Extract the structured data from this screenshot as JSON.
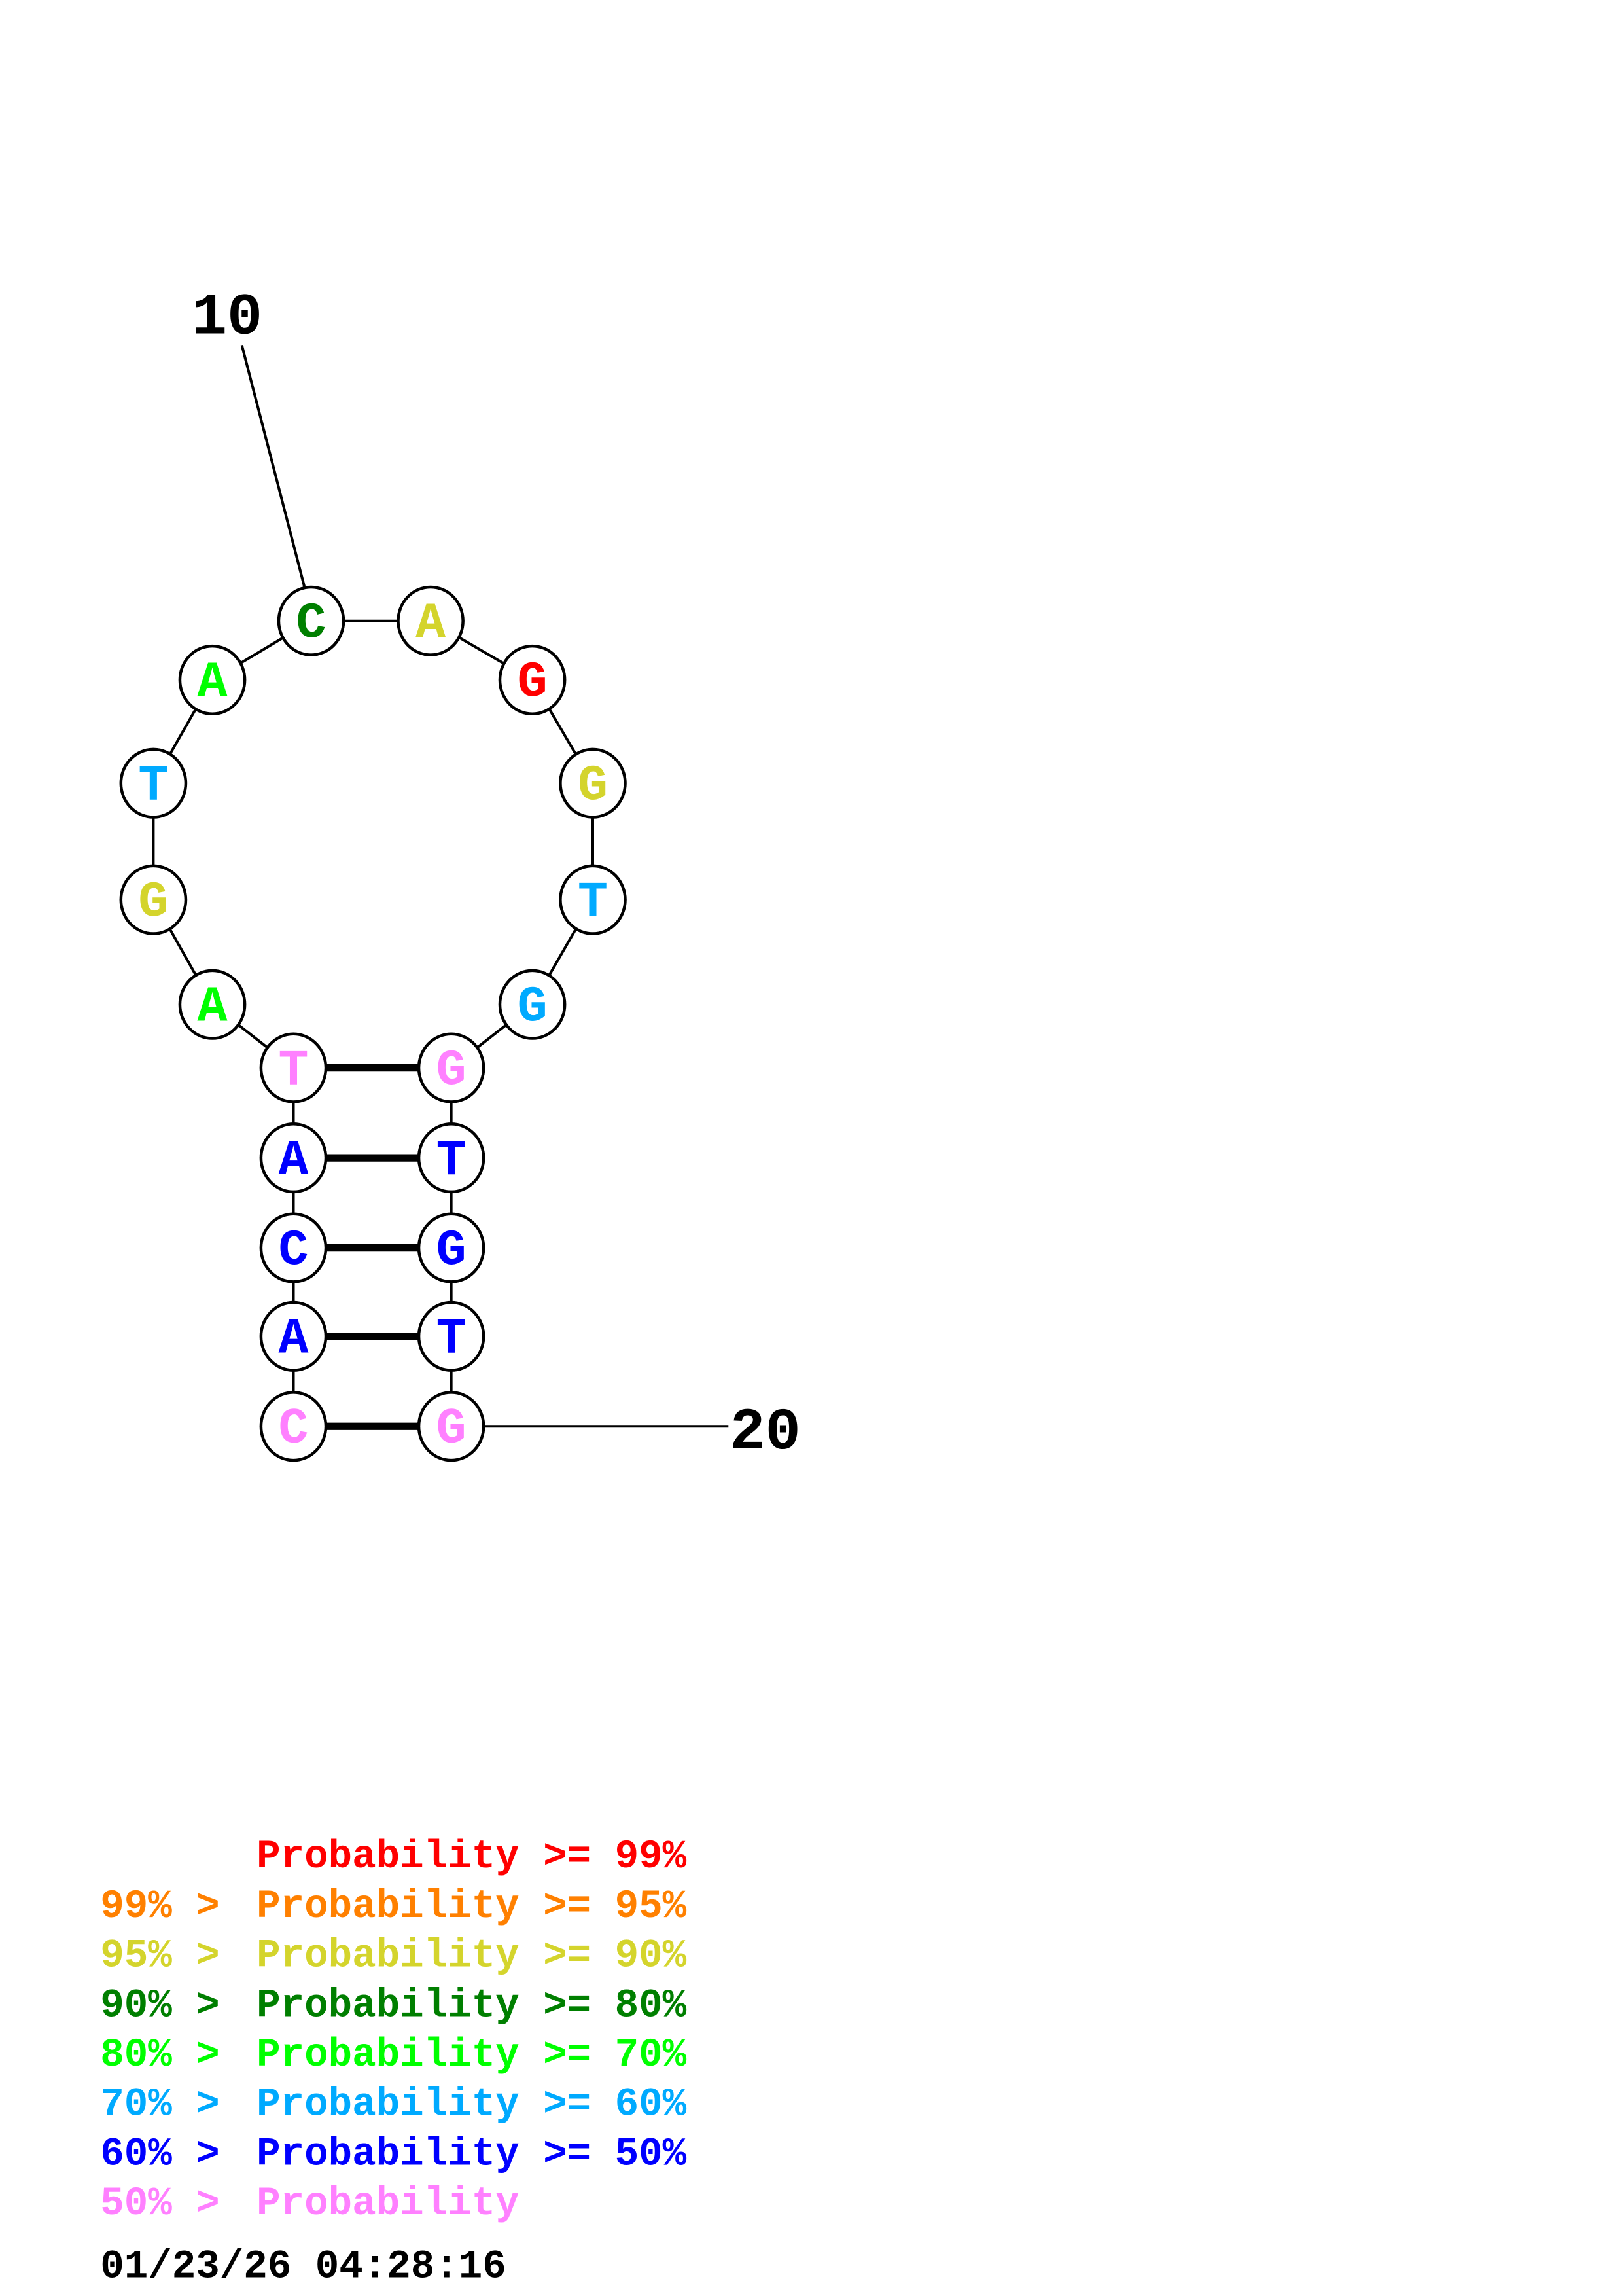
{
  "structure": {
    "start_label": "10",
    "end_label": "20",
    "nucleotides": [
      {
        "base": "C",
        "color": "#007f00"
      },
      {
        "base": "A",
        "color": "#d4d42c"
      },
      {
        "base": "G",
        "color": "#ff0000"
      },
      {
        "base": "G",
        "color": "#d4d42c"
      },
      {
        "base": "T",
        "color": "#00aaff"
      },
      {
        "base": "G",
        "color": "#00aaff"
      },
      {
        "base": "G",
        "color": "#ff80ff"
      },
      {
        "base": "T",
        "color": "#0000ff"
      },
      {
        "base": "G",
        "color": "#0000ff"
      },
      {
        "base": "T",
        "color": "#0000ff"
      },
      {
        "base": "G",
        "color": "#ff80ff"
      },
      {
        "base": "A",
        "color": "#00ff00"
      },
      {
        "base": "T",
        "color": "#00aaff"
      },
      {
        "base": "G",
        "color": "#d4d42c"
      },
      {
        "base": "A",
        "color": "#00ff00"
      },
      {
        "base": "T",
        "color": "#ff80ff"
      },
      {
        "base": "A",
        "color": "#0000ff"
      },
      {
        "base": "C",
        "color": "#0000ff"
      },
      {
        "base": "A",
        "color": "#0000ff"
      },
      {
        "base": "C",
        "color": "#ff80ff"
      }
    ]
  },
  "legend": [
    {
      "prefix": "",
      "text": "Probability >= 99%",
      "color": "#ff0000"
    },
    {
      "prefix": "99% > ",
      "text": "Probability >= 95%",
      "color": "#ff8000"
    },
    {
      "prefix": "95% > ",
      "text": "Probability >= 90%",
      "color": "#d4d42c"
    },
    {
      "prefix": "90% > ",
      "text": "Probability >= 80%",
      "color": "#007f00"
    },
    {
      "prefix": "80% > ",
      "text": "Probability >= 70%",
      "color": "#00ff00"
    },
    {
      "prefix": "70% > ",
      "text": "Probability >= 60%",
      "color": "#00aaff"
    },
    {
      "prefix": "60% > ",
      "text": "Probability >= 50%",
      "color": "#0000ff"
    },
    {
      "prefix": "50% > ",
      "text": "Probability",
      "color": "#ff80ff"
    }
  ],
  "timestamp": "01/23/26 04:28:16"
}
